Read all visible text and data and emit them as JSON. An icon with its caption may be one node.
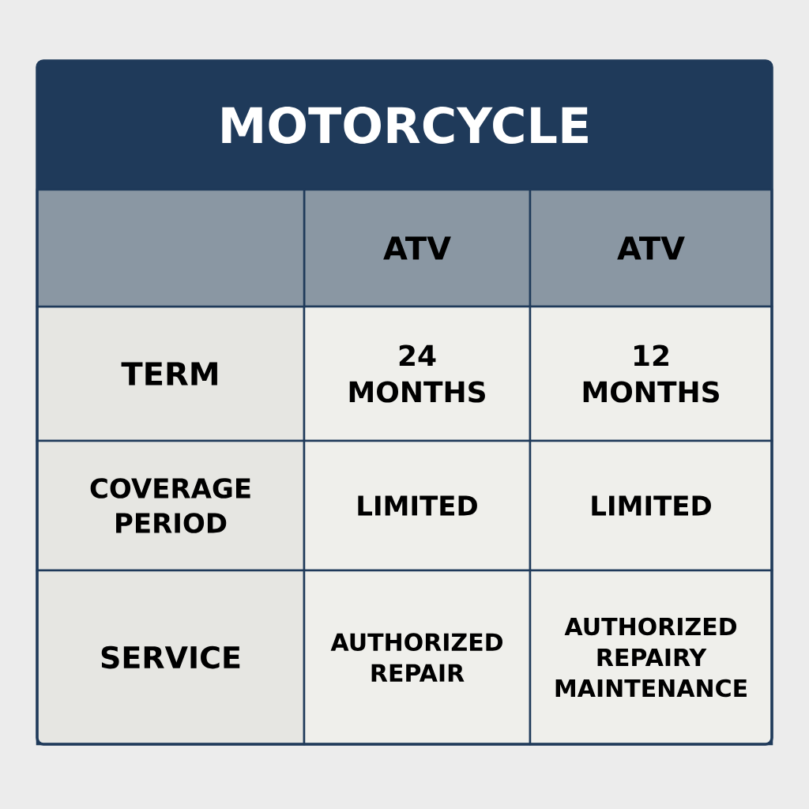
{
  "diagram": {
    "title": "MOTORCYCLE",
    "labels": [
      "ATV",
      "ATV",
      "TERM",
      "24 MONTHS",
      "12 MONTHS",
      "COVERAGE PERIOD",
      "LIMITED",
      "LIMITED",
      "SERVICE",
      "AUTHORIZED REPAIR",
      "AUTHORIZED REPAIRY MAINTENANCE"
    ]
  }
}
